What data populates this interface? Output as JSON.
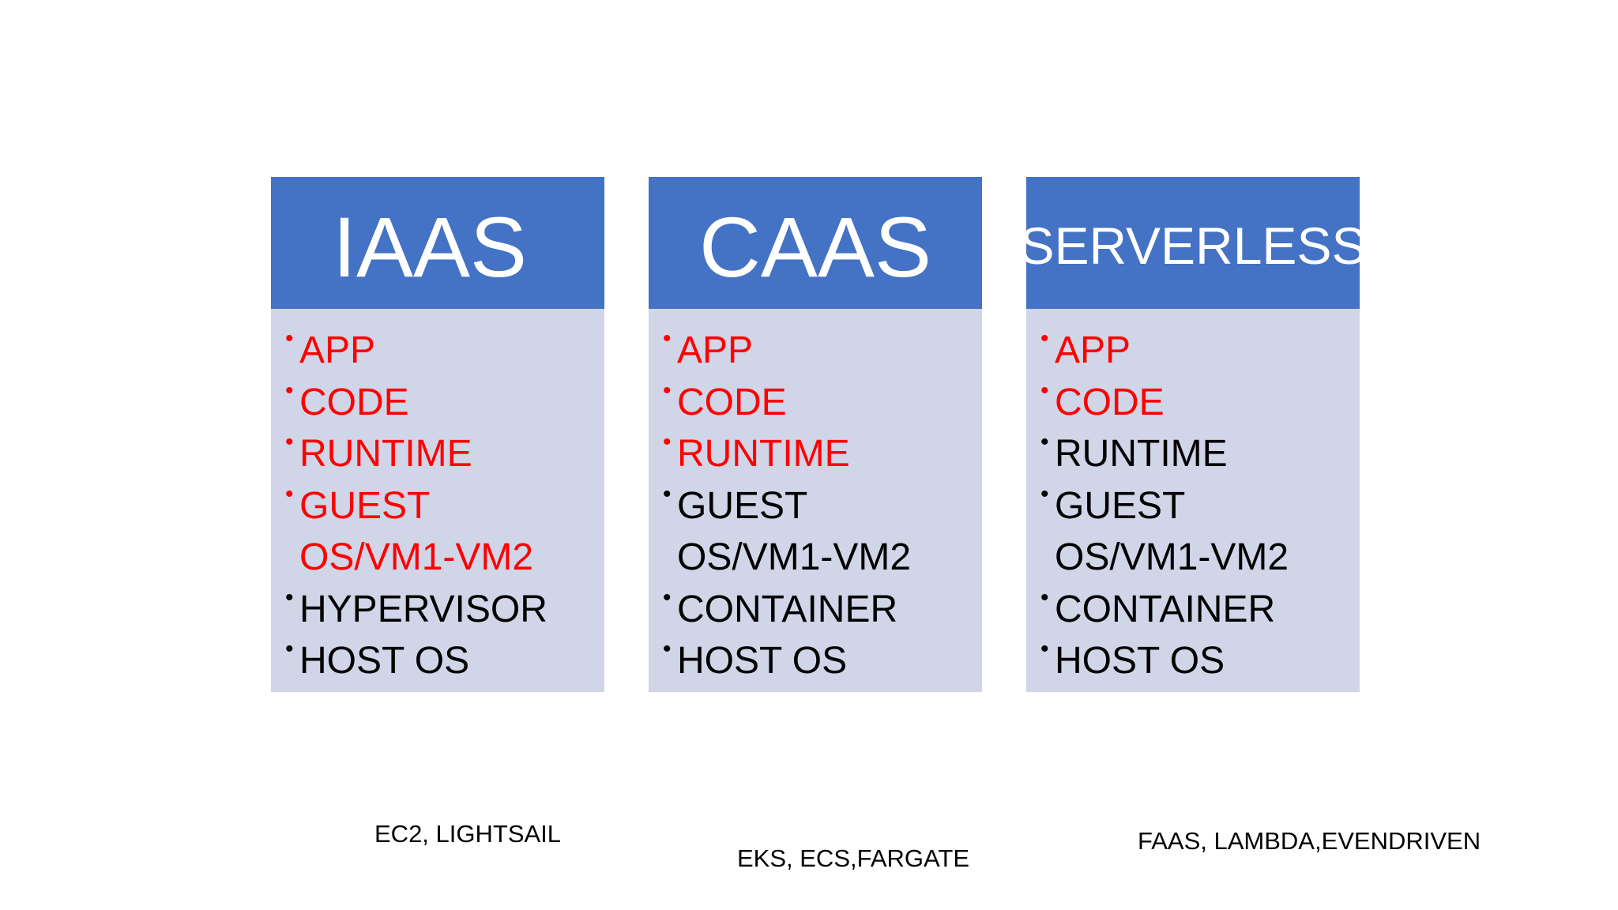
{
  "cards": [
    {
      "title": "IAAS",
      "items": [
        {
          "text": "APP",
          "highlight": true
        },
        {
          "text": "CODE",
          "highlight": true
        },
        {
          "text": "RUNTIME",
          "highlight": true
        },
        {
          "text": "GUEST OS/VM1-VM2",
          "highlight": true
        },
        {
          "text": "HYPERVISOR",
          "highlight": false
        },
        {
          "text": "HOST OS",
          "highlight": false
        }
      ]
    },
    {
      "title": "CAAS",
      "items": [
        {
          "text": "APP",
          "highlight": true
        },
        {
          "text": "CODE",
          "highlight": true
        },
        {
          "text": "RUNTIME",
          "highlight": true
        },
        {
          "text": "GUEST OS/VM1-VM2",
          "highlight": false
        },
        {
          "text": "CONTAINER",
          "highlight": false
        },
        {
          "text": "HOST OS",
          "highlight": false
        }
      ]
    },
    {
      "title": "SERVERLESS",
      "items": [
        {
          "text": "APP",
          "highlight": true
        },
        {
          "text": "CODE",
          "highlight": true
        },
        {
          "text": "RUNTIME",
          "highlight": false
        },
        {
          "text": "GUEST OS/VM1-VM2",
          "highlight": false
        },
        {
          "text": "CONTAINER",
          "highlight": false
        },
        {
          "text": "HOST OS",
          "highlight": false
        }
      ]
    }
  ],
  "captions": [
    "EC2, LIGHTSAIL",
    "EKS, ECS,FARGATE",
    "FAAS, LAMBDA,EVENDRIVEN"
  ],
  "colors": {
    "header_bg": "#4472c4",
    "body_bg": "#d0d5e8",
    "highlight_text": "#ff0000",
    "normal_text": "#000000"
  }
}
